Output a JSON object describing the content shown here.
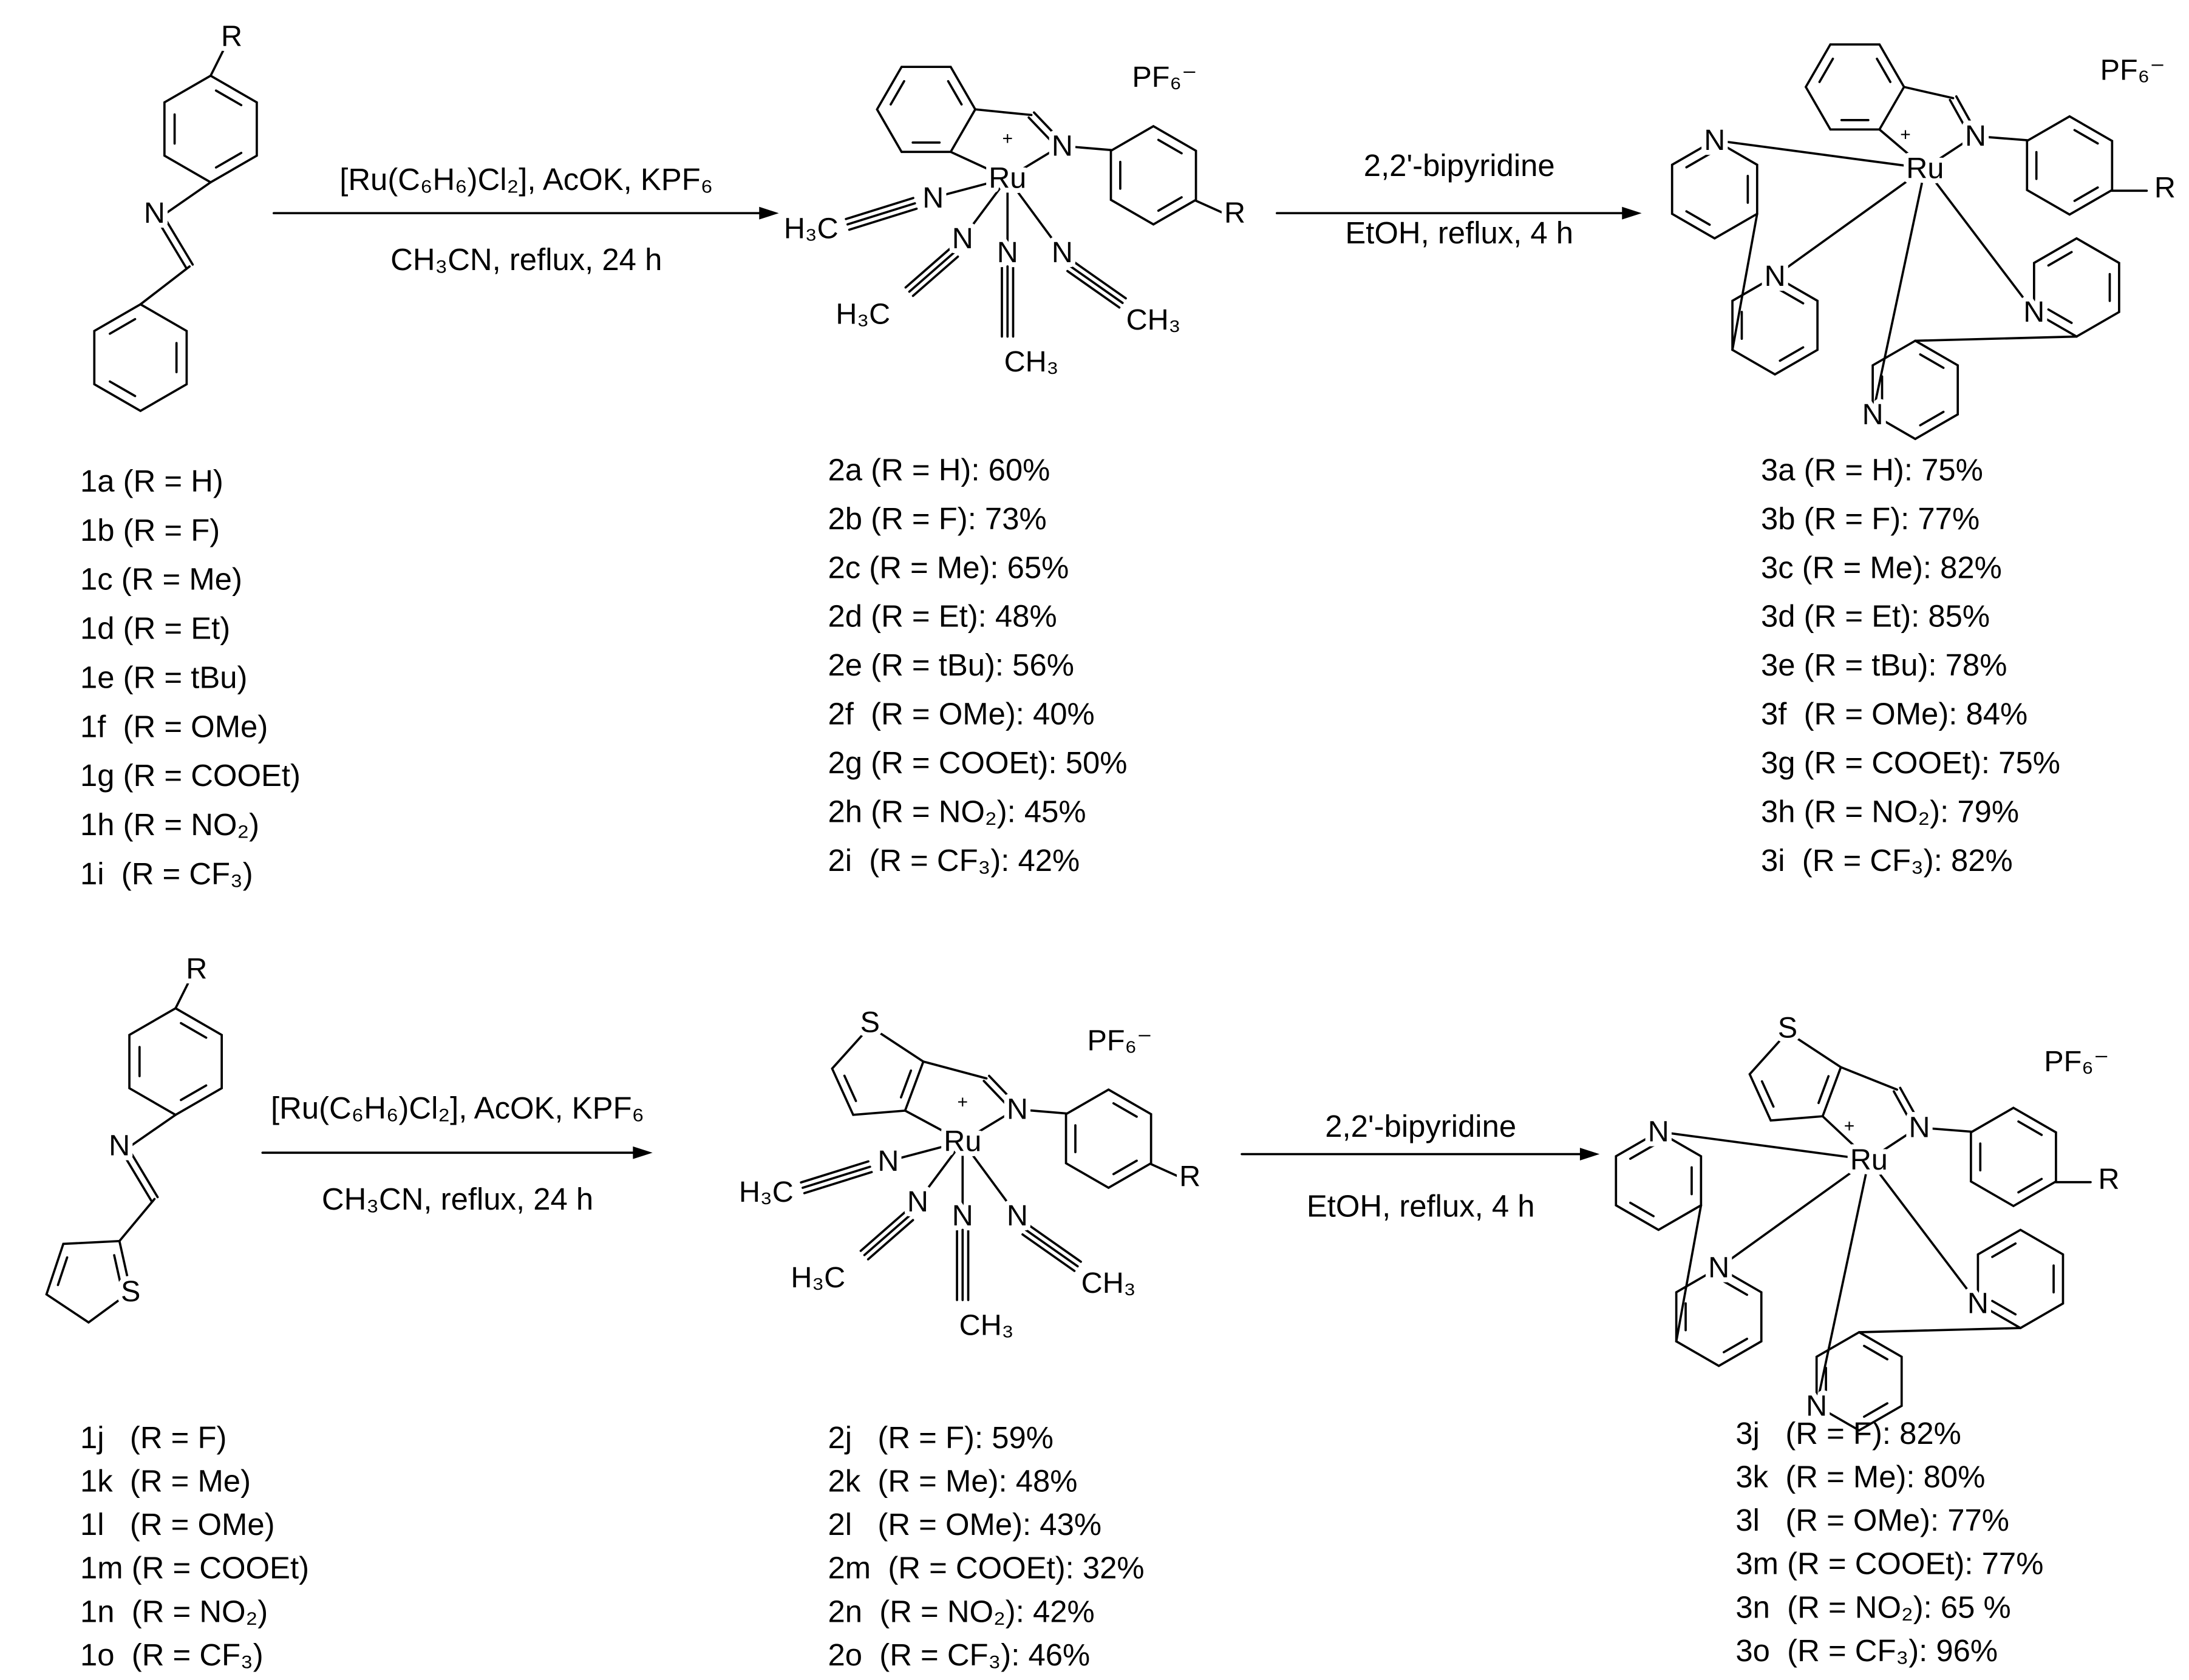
{
  "atoms": {
    "Ru": "Ru",
    "N": "N",
    "R": "R",
    "S": "S",
    "H3C": "H₃C",
    "CH3": "CH₃",
    "PF6": "PF₆⁻",
    "plus": "+"
  },
  "step1": {
    "reagents": "[Ru(C₆H₆)Cl₂], AcOK, KPF₆",
    "conditions": "CH₃CN, reflux, 24 h"
  },
  "step2": {
    "reagents": "2,2'-bipyridine",
    "conditions": "EtOH, reflux, 4 h"
  },
  "row1": {
    "ligands": [
      "1a (R = H)",
      "1b (R = F)",
      "1c (R = Me)",
      "1d (R = Et)",
      "1e (R = tBu)",
      "1f  (R = OMe)",
      "1g (R = COOEt)",
      "1h (R = NO₂)",
      "1i  (R = CF₃)"
    ],
    "intermediates": [
      "2a (R = H): 60%",
      "2b (R = F): 73%",
      "2c (R = Me): 65%",
      "2d (R = Et): 48%",
      "2e (R = tBu): 56%",
      "2f  (R = OMe): 40%",
      "2g (R = COOEt): 50%",
      "2h (R = NO₂): 45%",
      "2i  (R = CF₃): 42%"
    ],
    "products": [
      "3a (R = H): 75%",
      "3b (R = F): 77%",
      "3c (R = Me): 82%",
      "3d (R = Et): 85%",
      "3e (R = tBu): 78%",
      "3f  (R = OMe): 84%",
      "3g (R = COOEt): 75%",
      "3h (R = NO₂): 79%",
      "3i  (R = CF₃): 82%"
    ]
  },
  "row2": {
    "ligands": [
      "1j   (R = F)",
      "1k  (R = Me)",
      "1l   (R = OMe)",
      "1m (R = COOEt)",
      "1n  (R = NO₂)",
      "1o  (R = CF₃)"
    ],
    "intermediates": [
      "2j   (R = F): 59%",
      "2k  (R = Me): 48%",
      "2l   (R = OMe): 43%",
      "2m  (R = COOEt): 32%",
      "2n  (R = NO₂): 42%",
      "2o  (R = CF₃): 46%"
    ],
    "products": [
      "3j   (R = F): 82%",
      "3k  (R = Me): 80%",
      "3l   (R = OMe): 77%",
      "3m (R = COOEt): 77%",
      "3n  (R = NO₂): 65 %",
      "3o  (R = CF₃): 96%"
    ]
  }
}
